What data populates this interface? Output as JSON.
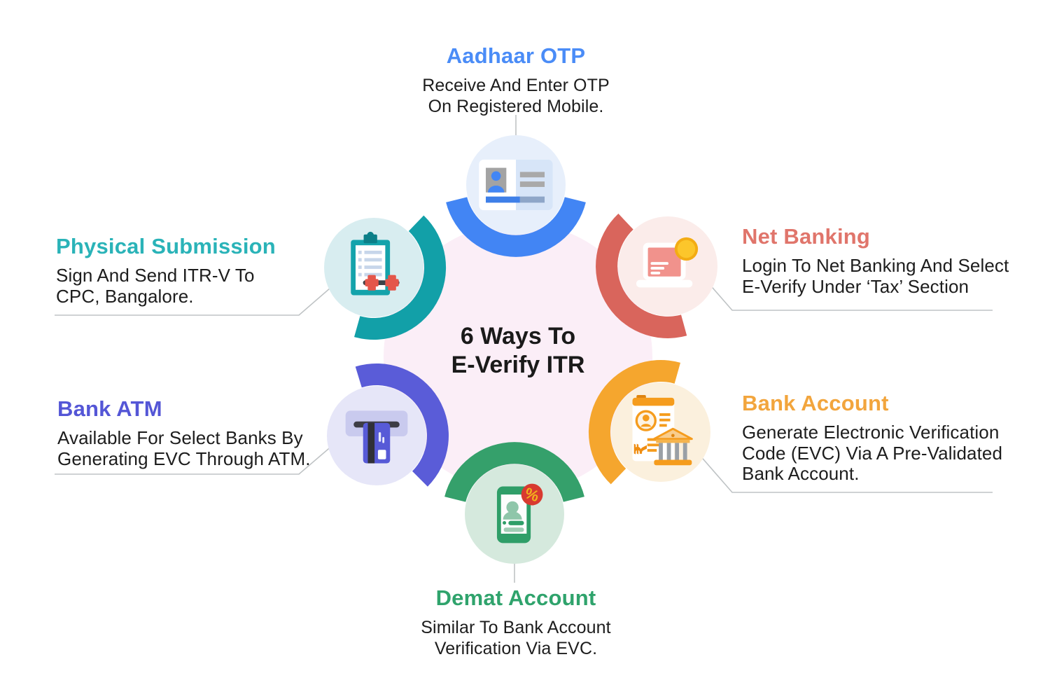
{
  "title": {
    "line1": "6 Ways To",
    "line2": "E-Verify ITR"
  },
  "colors": {
    "background": "#ffffff",
    "center_circle": "#fbeef7",
    "connector": "#c0c4c6",
    "body_text": "#1d1d1d"
  },
  "methods": [
    {
      "name": "Aadhaar OTP",
      "title_color": "#4a8cf7",
      "arc_color": "#4285f4",
      "circle_fill": "#e7effb",
      "icon": "id-card-icon",
      "desc": [
        "Receive And Enter OTP",
        "On Registered Mobile."
      ]
    },
    {
      "name": "Net Banking",
      "title_color": "#e0756b",
      "arc_color": "#d9655c",
      "circle_fill": "#fbecea",
      "icon": "laptop-coin-icon",
      "desc": [
        "Login To Net Banking And Select",
        "E-Verify Under ‘Tax’ Section"
      ]
    },
    {
      "name": "Bank Account",
      "title_color": "#f2a53d",
      "arc_color": "#f5a62e",
      "circle_fill": "#fbf0dd",
      "icon": "bank-passbook-icon",
      "desc": [
        "Generate Electronic Verification",
        "Code (EVC) Via A Pre-Validated",
        "Bank Account."
      ]
    },
    {
      "name": "Demat Account",
      "title_color": "#2fa36c",
      "arc_color": "#35a06b",
      "circle_fill": "#d5e9dd",
      "icon": "phone-percent-icon",
      "desc": [
        "Similar To Bank Account",
        "Verification Via EVC."
      ]
    },
    {
      "name": "Bank ATM",
      "title_color": "#5456d6",
      "arc_color": "#5a5cd8",
      "circle_fill": "#e6e6f8",
      "icon": "atm-card-icon",
      "desc": [
        "Available For Select Banks By",
        "Generating EVC Through ATM."
      ]
    },
    {
      "name": "Physical Submission",
      "title_color": "#2ab3b8",
      "arc_color": "#12a0a8",
      "circle_fill": "#d8edf0",
      "icon": "clipboard-stamp-icon",
      "desc": [
        "Sign And Send ITR-V To",
        "CPC, Bangalore."
      ]
    }
  ]
}
